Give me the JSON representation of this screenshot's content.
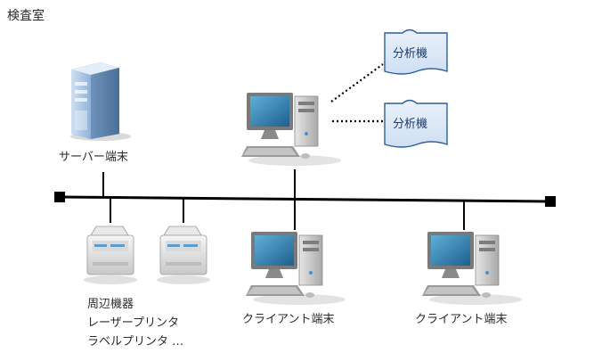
{
  "room_label": "検査室",
  "server": {
    "label": "サーバー端末"
  },
  "analyzers": [
    {
      "label": "分析機"
    },
    {
      "label": "分析機"
    }
  ],
  "peripherals": {
    "lines": [
      "周辺機器",
      "レーザープリンタ",
      "ラベルプリンタ …"
    ]
  },
  "clients": [
    {
      "label": "クライアント端末"
    },
    {
      "label": "クライアント端末"
    }
  ]
}
